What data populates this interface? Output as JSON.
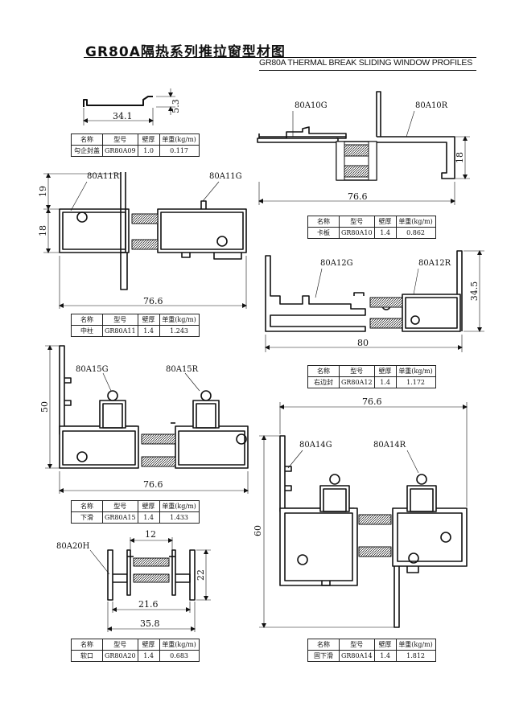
{
  "header": {
    "title_cn": "GR80A隔热系列推拉窗型材图",
    "title_en": "GR80A THERMAL BREAK SLIDING WINDOW PROFILES"
  },
  "table_headers": {
    "name": "名称",
    "model": "型号",
    "wall": "壁厚",
    "weight": "单重(kg/m)"
  },
  "profiles": {
    "p09": {
      "name": "勾企封盖",
      "model": "GR80A09",
      "wall": "1.0",
      "weight": "0.117",
      "dims": {
        "width": "34.1",
        "height": "5.3"
      }
    },
    "p10": {
      "name": "卡板",
      "model": "GR80A10",
      "wall": "1.4",
      "weight": "0.862",
      "label_g": "80A10G",
      "label_r": "80A10R",
      "dims": {
        "width": "76.6",
        "height": "18"
      }
    },
    "p11": {
      "name": "中柱",
      "model": "GR80A11",
      "wall": "1.4",
      "weight": "1.243",
      "label_g": "80A11G",
      "label_r": "80A11R",
      "dims": {
        "width": "76.6",
        "h1": "19",
        "h2": "18"
      }
    },
    "p12": {
      "name": "右边封",
      "model": "GR80A12",
      "wall": "1.4",
      "weight": "1.172",
      "label_g": "80A12G",
      "label_r": "80A12R",
      "dims": {
        "width": "80",
        "height": "34.5"
      }
    },
    "p15": {
      "name": "下滑",
      "model": "GR80A15",
      "wall": "1.4",
      "weight": "1.433",
      "label_g": "80A15G",
      "label_r": "80A15R",
      "dims": {
        "width": "76.6",
        "height": "50"
      }
    },
    "p14": {
      "name": "固下滑",
      "model": "GR80A14",
      "wall": "1.4",
      "weight": "1.812",
      "label_g": "80A14G",
      "label_r": "80A14R",
      "dims": {
        "width": "76.6",
        "height": "60"
      }
    },
    "p20": {
      "name": "软口",
      "model": "GR80A20",
      "wall": "1.4",
      "weight": "0.683",
      "label_h": "80A20H",
      "dims": {
        "top": "12",
        "mid": "21.6",
        "width": "35.8",
        "height": "22"
      }
    }
  }
}
